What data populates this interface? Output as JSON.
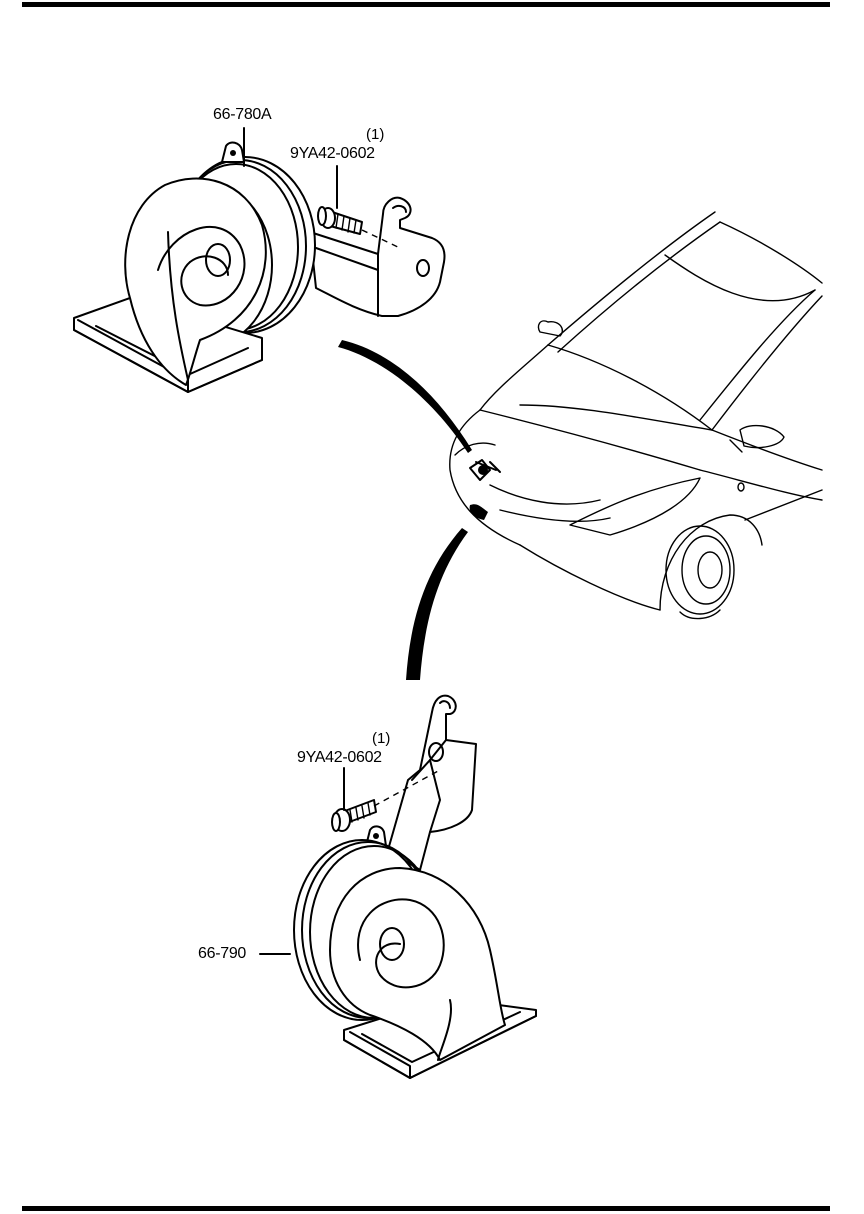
{
  "parts": {
    "horn_high": {
      "part_no": "66-780A"
    },
    "horn_low": {
      "part_no": "66-790"
    },
    "bolt_upper": {
      "part_no": "9YA42-0602",
      "qty": "(1)"
    },
    "bolt_lower": {
      "part_no": "9YA42-0602",
      "qty": "(1)"
    }
  }
}
